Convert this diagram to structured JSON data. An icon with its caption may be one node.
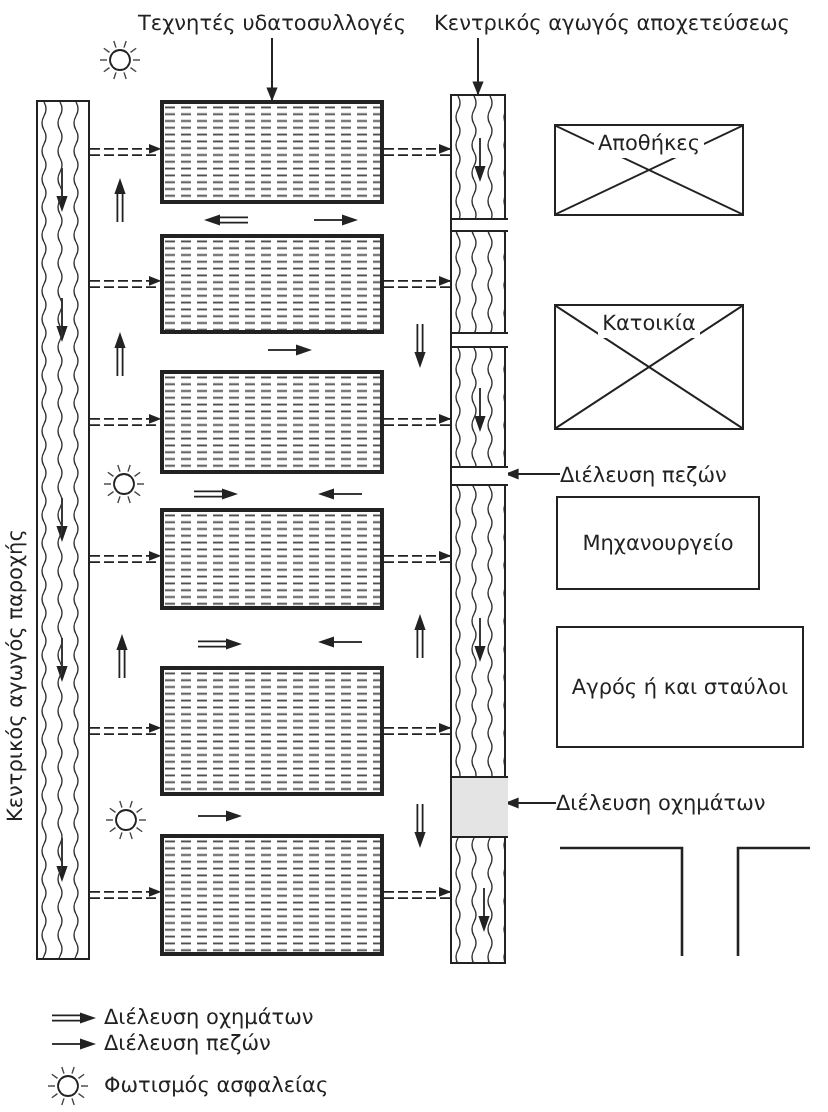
{
  "diagram": {
    "nodes": [
      {
        "text": [
          "Τεχνητές υδατοσυλλογές"
        ]
      },
      {
        "text": [
          "Κεντρικός αγωγός αποχετεύσεως"
        ]
      },
      {
        "text": [],
        "shape": "bar",
        "beside": [
          "Κεντρικός αγωγός παροχής"
        ]
      },
      {
        "text": [],
        "shape": "box"
      },
      {
        "text": [],
        "shape": "box"
      },
      {
        "text": [],
        "shape": "box"
      },
      {
        "text": [],
        "shape": "box"
      },
      {
        "text": [],
        "shape": "box"
      },
      {
        "text": [],
        "shape": "box"
      },
      {
        "text": [],
        "shape": "bar"
      },
      {
        "text": [],
        "shape": "bar",
        "in": 9
      },
      {
        "text": [],
        "shape": "bar",
        "in": 9
      },
      {
        "text": [],
        "shape": "bar",
        "in": 9
      },
      {
        "text": [],
        "shape": "bar",
        "in": 9
      },
      {
        "text": [
          "Αποθήκες"
        ]
      },
      {
        "text": [
          "Κατοικία"
        ]
      },
      {
        "text": [
          "Μηχανουργείο"
        ]
      },
      {
        "text": [
          "Αγρός ή και σταύλοι"
        ]
      },
      {
        "text": [
          "Διέλευση πεζών"
        ]
      },
      {
        "text": [
          "Διέλευση οχημάτων"
        ]
      }
    ],
    "edges": [
      {
        "from": 0,
        "to": 3,
        "arrow": "to"
      },
      {
        "from": 1,
        "to": 9,
        "arrow": "to"
      },
      {
        "from": 18,
        "to": 12,
        "arrow": "to"
      },
      {
        "from": 19,
        "to": 13,
        "arrow": "to"
      },
      {
        "from": 2,
        "to": 3,
        "arrow": "to",
        "style": "dashed"
      },
      {
        "from": 3,
        "to": 9,
        "arrow": "to",
        "style": "dashed"
      },
      {
        "from": 2,
        "to": 4,
        "arrow": "to",
        "style": "dashed"
      },
      {
        "from": 4,
        "to": 9,
        "arrow": "to",
        "style": "dashed"
      },
      {
        "from": 2,
        "to": 5,
        "arrow": "to",
        "style": "dashed"
      },
      {
        "from": 5,
        "to": 9,
        "arrow": "to",
        "style": "dashed"
      },
      {
        "from": 2,
        "to": 6,
        "arrow": "to",
        "style": "dashed"
      },
      {
        "from": 6,
        "to": 9,
        "arrow": "to",
        "style": "dashed"
      },
      {
        "from": 2,
        "to": 7,
        "arrow": "to",
        "style": "dashed"
      },
      {
        "from": 7,
        "to": 9,
        "arrow": "to",
        "style": "dashed"
      },
      {
        "from": 2,
        "to": 8,
        "arrow": "to",
        "style": "dashed"
      },
      {
        "from": 8,
        "to": 9,
        "arrow": "to",
        "style": "dashed"
      }
    ],
    "legend": [
      {
        "text": "Διέλευση οχημάτων"
      },
      {
        "text": "Διέλευση πεζών"
      },
      {
        "text": "Φωτισμός ασφαλείας"
      }
    ]
  }
}
